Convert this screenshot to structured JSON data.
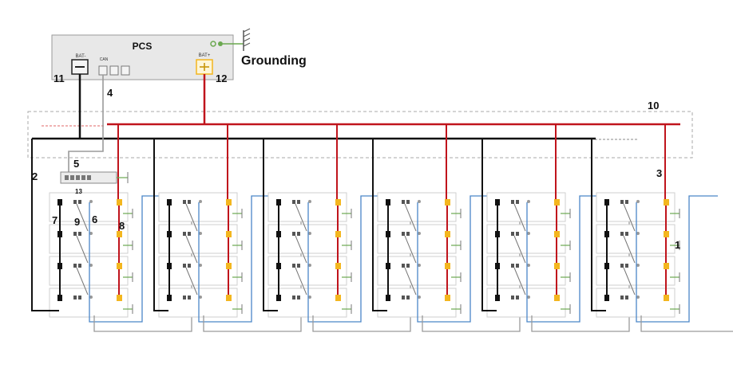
{
  "pcs": {
    "title": "PCS",
    "bat_neg_label": "BAT-",
    "can_label": "CAN",
    "bat_pos_label": "BAT+"
  },
  "grounding_label": "Grounding",
  "callouts": [
    "11",
    "12",
    "4",
    "10",
    "2",
    "5",
    "3",
    "13",
    "7",
    "9",
    "6",
    "8",
    "1"
  ],
  "colors": {
    "positive_cable": "#c0141c",
    "negative_cable": "#111111",
    "can_cable": "#9a9a9a",
    "parallel_link": "#4a86c8",
    "ground": "#6aa84f",
    "pcs_fill": "#e8e8e8",
    "bat_pos_terminal": "#f3b61f"
  },
  "layout_counts": {
    "battery_columns": 6,
    "modules_per_column": 4
  }
}
